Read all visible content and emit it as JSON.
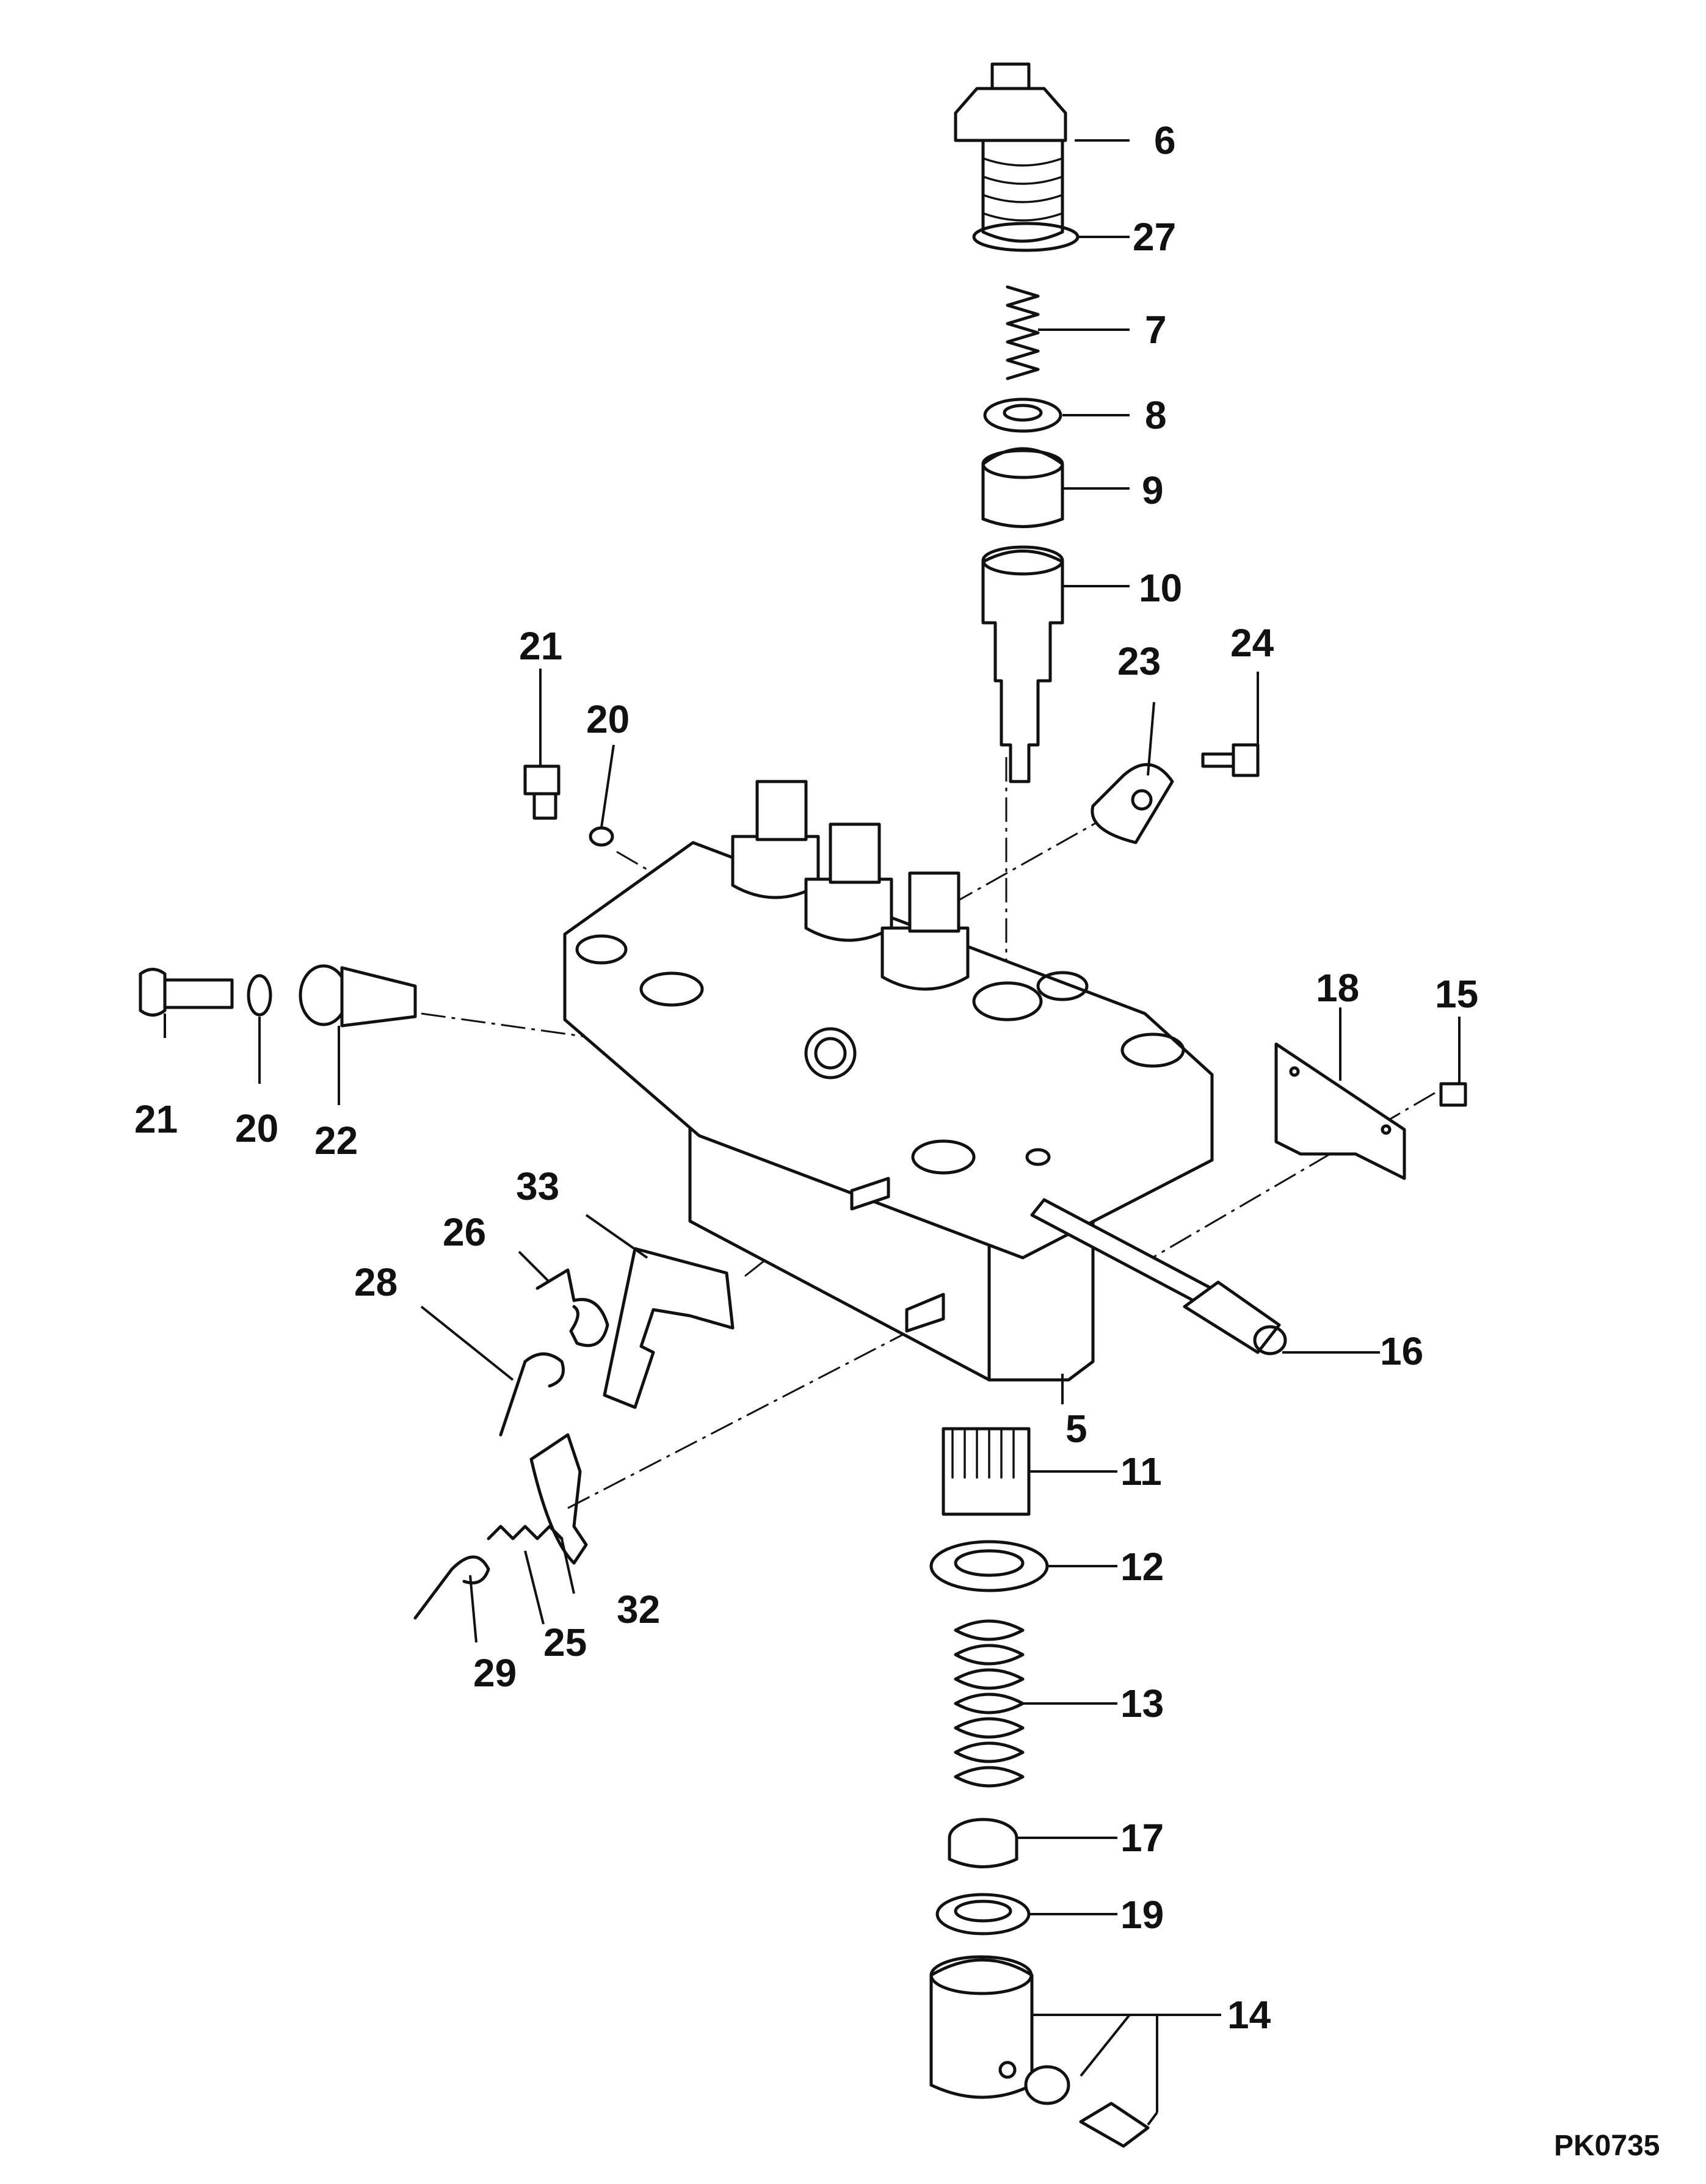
{
  "diagram": {
    "reference_code": "PK0735",
    "labels": {
      "p6": "6",
      "p27": "27",
      "p7": "7",
      "p8": "8",
      "p9": "9",
      "p10": "10",
      "p23": "23",
      "p24": "24",
      "p21a": "21",
      "p20a": "20",
      "p21b": "21",
      "p20b": "20",
      "p22": "22",
      "p18": "18",
      "p15": "15",
      "p16": "16",
      "p5": "5",
      "p33": "33",
      "p26": "26",
      "p28": "28",
      "p11": "11",
      "p12": "12",
      "p13": "13",
      "p17": "17",
      "p19": "19",
      "p14": "14",
      "p32": "32",
      "p25": "25",
      "p29": "29"
    }
  }
}
